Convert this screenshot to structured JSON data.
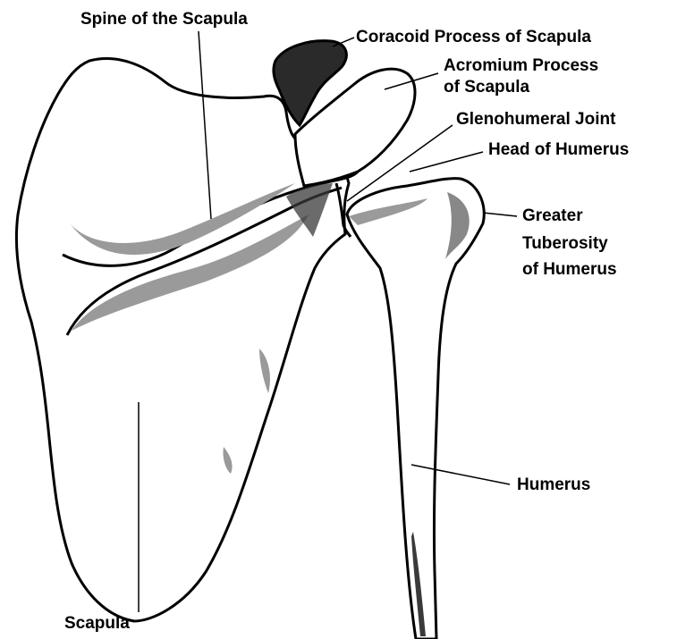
{
  "diagram": {
    "colors": {
      "ink": "#000000",
      "bone_fill": "#ffffff",
      "shading": "#9a9a9a",
      "dark_shading": "#3a3a3a",
      "background": "#ffffff"
    },
    "labels": {
      "spine": "Spine of the Scapula",
      "coracoid": "Coracoid Process of Scapula",
      "acromium_line1": "Acromium Process",
      "acromium_line2": "of Scapula",
      "glenohumeral": "Glenohumeral Joint",
      "head": "Head of Humerus",
      "tuberosity_line1": "Greater",
      "tuberosity_line2": "Tuberosity",
      "tuberosity_line3": "of Humerus",
      "humerus": "Humerus",
      "scapula": "Scapula"
    }
  }
}
